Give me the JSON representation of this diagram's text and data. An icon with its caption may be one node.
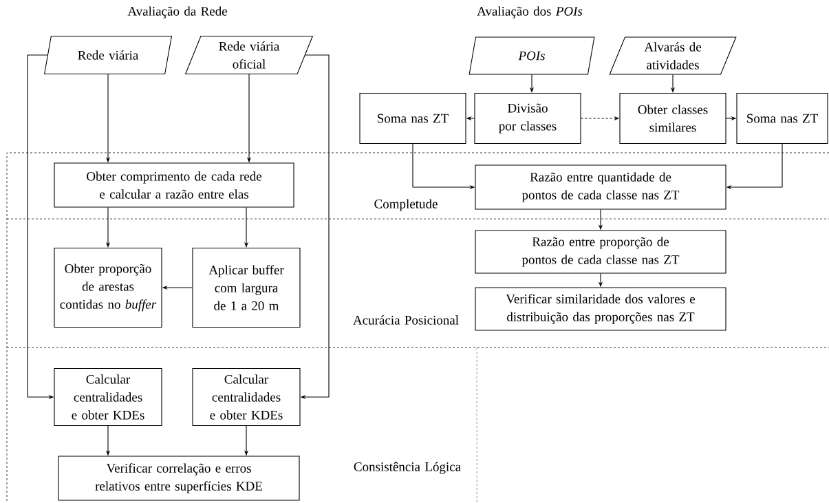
{
  "diagram": {
    "nodes": [
      {
        "text": [
          "Rede viária"
        ]
      },
      {
        "text": [
          "Rede viária oficial"
        ]
      },
      {
        "text": [
          "POIs"
        ]
      },
      {
        "text": [
          "Alvarás de atividades"
        ]
      },
      {
        "text": [
          "Soma nas ZT"
        ]
      },
      {
        "text": [
          "Divisão por classes"
        ]
      },
      {
        "text": [
          "Obter classes similares"
        ]
      },
      {
        "text": [
          "Soma nas ZT"
        ]
      },
      {
        "text": [
          "Obter comprimento de cada rede e calcular a razão entre elas"
        ]
      },
      {
        "text": [
          "Razão entre quantidade de pontos de cada classe nas ZT"
        ]
      },
      {
        "text": [
          "Obter proporção de arestas contidas no *buffer*"
        ]
      },
      {
        "text": [
          "Aplicar buffer com largura de 1 a 20 m"
        ]
      },
      {
        "text": [
          "Razão entre proporção de pontos de cada classe nas ZT"
        ]
      },
      {
        "text": [
          "Verificar similaridade dos valores e distribuição das proporções nas ZT"
        ]
      },
      {
        "text": [
          "Calcular centralidades e obter KDEs"
        ]
      },
      {
        "text": [
          "Calcular centralidades e obter KDEs"
        ]
      },
      {
        "text": [
          "Verificar correlação e erros relativos entre superfícies KDE"
        ]
      }
    ],
    "edges": [
      {
        "from": 0,
        "to": 8,
        "arrow": "to"
      },
      {
        "from": 1,
        "to": 8,
        "arrow": "to"
      },
      {
        "from": 0,
        "to": 14,
        "arrow": "to"
      },
      {
        "from": 1,
        "to": 15,
        "arrow": "to"
      },
      {
        "from": 2,
        "to": 5,
        "arrow": "to"
      },
      {
        "from": 3,
        "to": 6,
        "arrow": "to"
      },
      {
        "from": 5,
        "to": 4,
        "arrow": "to"
      },
      {
        "from": 5,
        "to": 6,
        "arrow": "to",
        "style": "dashed"
      },
      {
        "from": 6,
        "to": 7,
        "arrow": "to"
      },
      {
        "from": 4,
        "to": 9,
        "arrow": "to"
      },
      {
        "from": 7,
        "to": 9,
        "arrow": "to"
      },
      {
        "from": 8,
        "to": 10,
        "arrow": "to"
      },
      {
        "from": 8,
        "to": 11,
        "arrow": "to"
      },
      {
        "from": 9,
        "to": 12,
        "arrow": "to"
      },
      {
        "from": 12,
        "to": 13,
        "arrow": "to"
      },
      {
        "from": 11,
        "to": 10,
        "arrow": "to"
      },
      {
        "from": 14,
        "to": 16,
        "arrow": "to"
      },
      {
        "from": 15,
        "to": 16,
        "arrow": "to"
      }
    ],
    "labels": [
      "Avaliação da Rede",
      "Avaliação dos *POIs*",
      "Completude",
      "Acurácia Posicional",
      "Consistência Lógica"
    ]
  }
}
